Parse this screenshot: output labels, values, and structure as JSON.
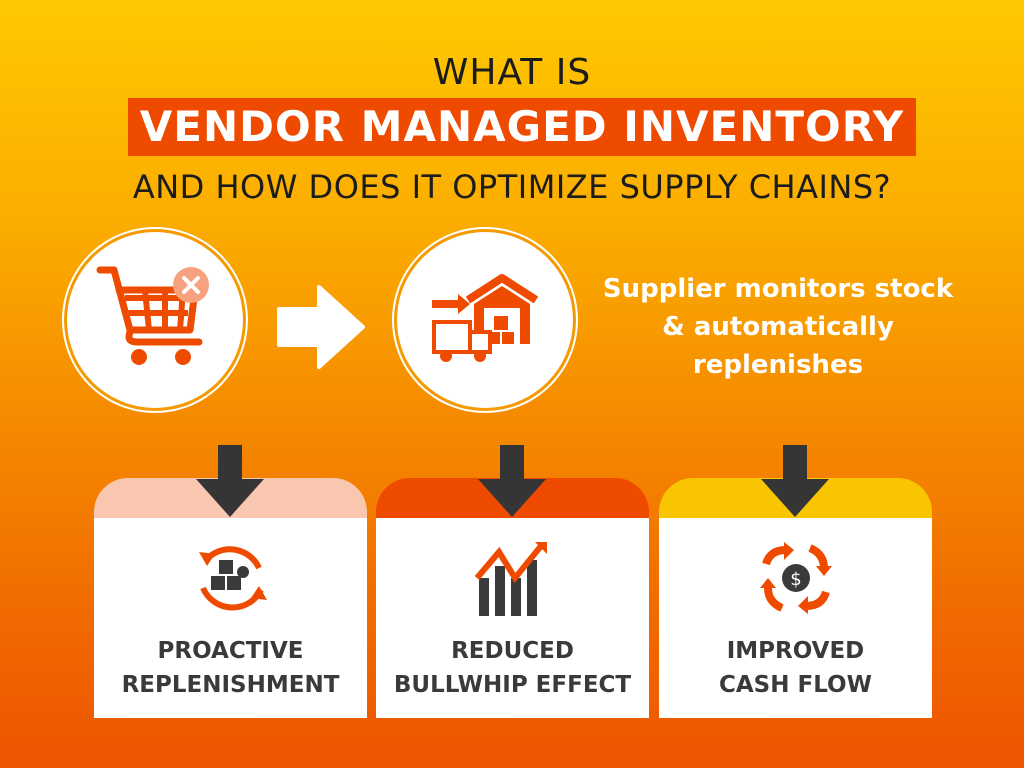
{
  "title": {
    "line1": "WHAT IS",
    "highlight": "VENDOR MANAGED INVENTORY",
    "line3": "AND HOW DOES IT OPTIMIZE SUPPLY CHAINS?"
  },
  "process": {
    "description": "Supplier monitors stock & automatically replenishes",
    "icons": [
      "shopping-cart-x-icon",
      "arrow-right-icon",
      "warehouse-truck-icon"
    ]
  },
  "benefits": [
    {
      "label_line1": "PROACTIVE",
      "label_line2": "REPLENISHMENT",
      "icon": "boxes-cycle-icon",
      "cap_color": "#f9c6b0"
    },
    {
      "label_line1": "REDUCED",
      "label_line2": "BULLWHIP EFFECT",
      "icon": "bar-chart-trend-icon",
      "cap_color": "#ee4b00"
    },
    {
      "label_line1": "IMPROVED",
      "label_line2": "CASH FLOW",
      "icon": "dollar-cycle-icon",
      "cap_color": "#f9c400"
    }
  ]
}
